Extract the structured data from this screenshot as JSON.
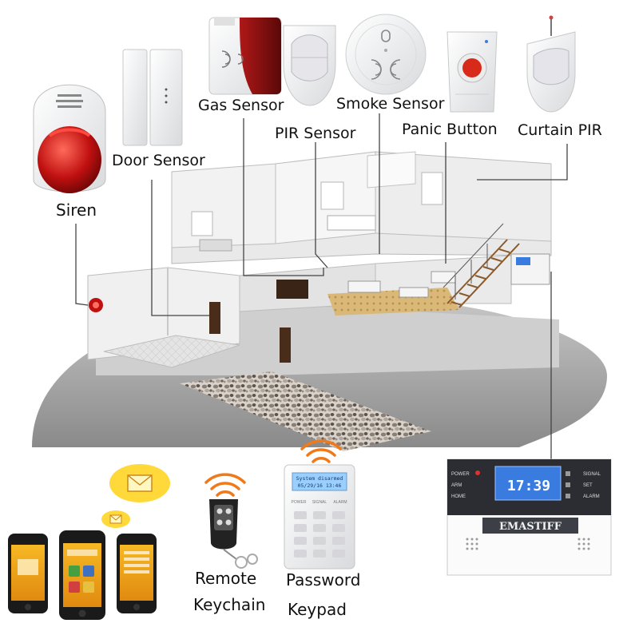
{
  "labels": {
    "siren": "Siren",
    "door_sensor": "Door Sensor",
    "gas_sensor": "Gas Sensor",
    "pir_sensor": "PIR Sensor",
    "smoke_sensor": "Smoke Sensor",
    "panic_button": "Panic Button",
    "curtain_pir": "Curtain PIR",
    "remote_line1": "Remote",
    "remote_line2": "Keychain",
    "keypad_line1": "Password",
    "keypad_line2": "Keypad"
  },
  "panel": {
    "brand": "EMASTIFF",
    "time": "17:39",
    "left_labels": [
      "POWER",
      "ARM",
      "HOME"
    ],
    "right_labels": [
      "SIGNAL",
      "SET",
      "ALARM"
    ]
  },
  "keypad": {
    "screen_line1": "System disarmed",
    "screen_line2": "05/29/16 13:46",
    "indicators": [
      "POWER",
      "SIGNAL",
      "ALARM"
    ]
  },
  "colors": {
    "siren_red": "#c01010",
    "panic_red": "#d82a1a",
    "accent_orange": "#f07a1a",
    "envelope_yellow": "#ffd83a",
    "house_floor": "#a9a9a9",
    "lcd_blue": "#3a7be0"
  }
}
